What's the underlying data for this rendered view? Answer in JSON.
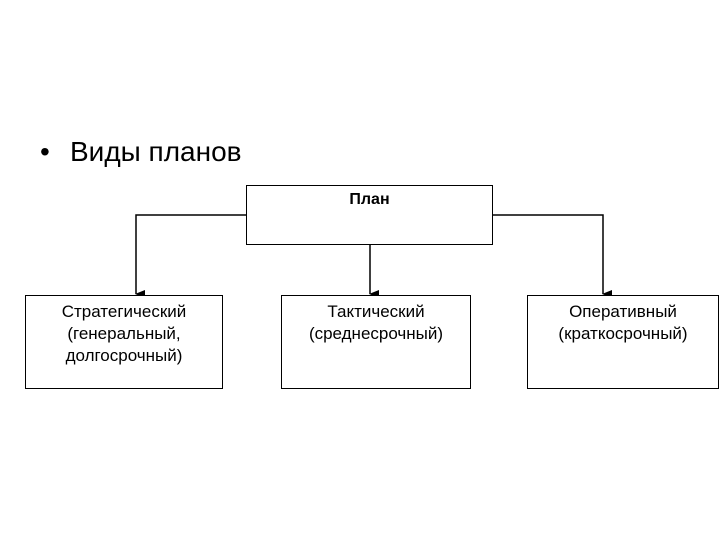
{
  "bullet": {
    "symbol": "•",
    "text": "Виды планов"
  },
  "diagram": {
    "root": {
      "label": "План"
    },
    "children": [
      {
        "lines": [
          "Стратегический",
          "(генеральный,",
          "долгосрочный)"
        ]
      },
      {
        "lines": [
          "Тактический",
          "(среднесрочный)"
        ]
      },
      {
        "lines": [
          "Оперативный",
          "(краткосрочный)"
        ]
      }
    ]
  }
}
